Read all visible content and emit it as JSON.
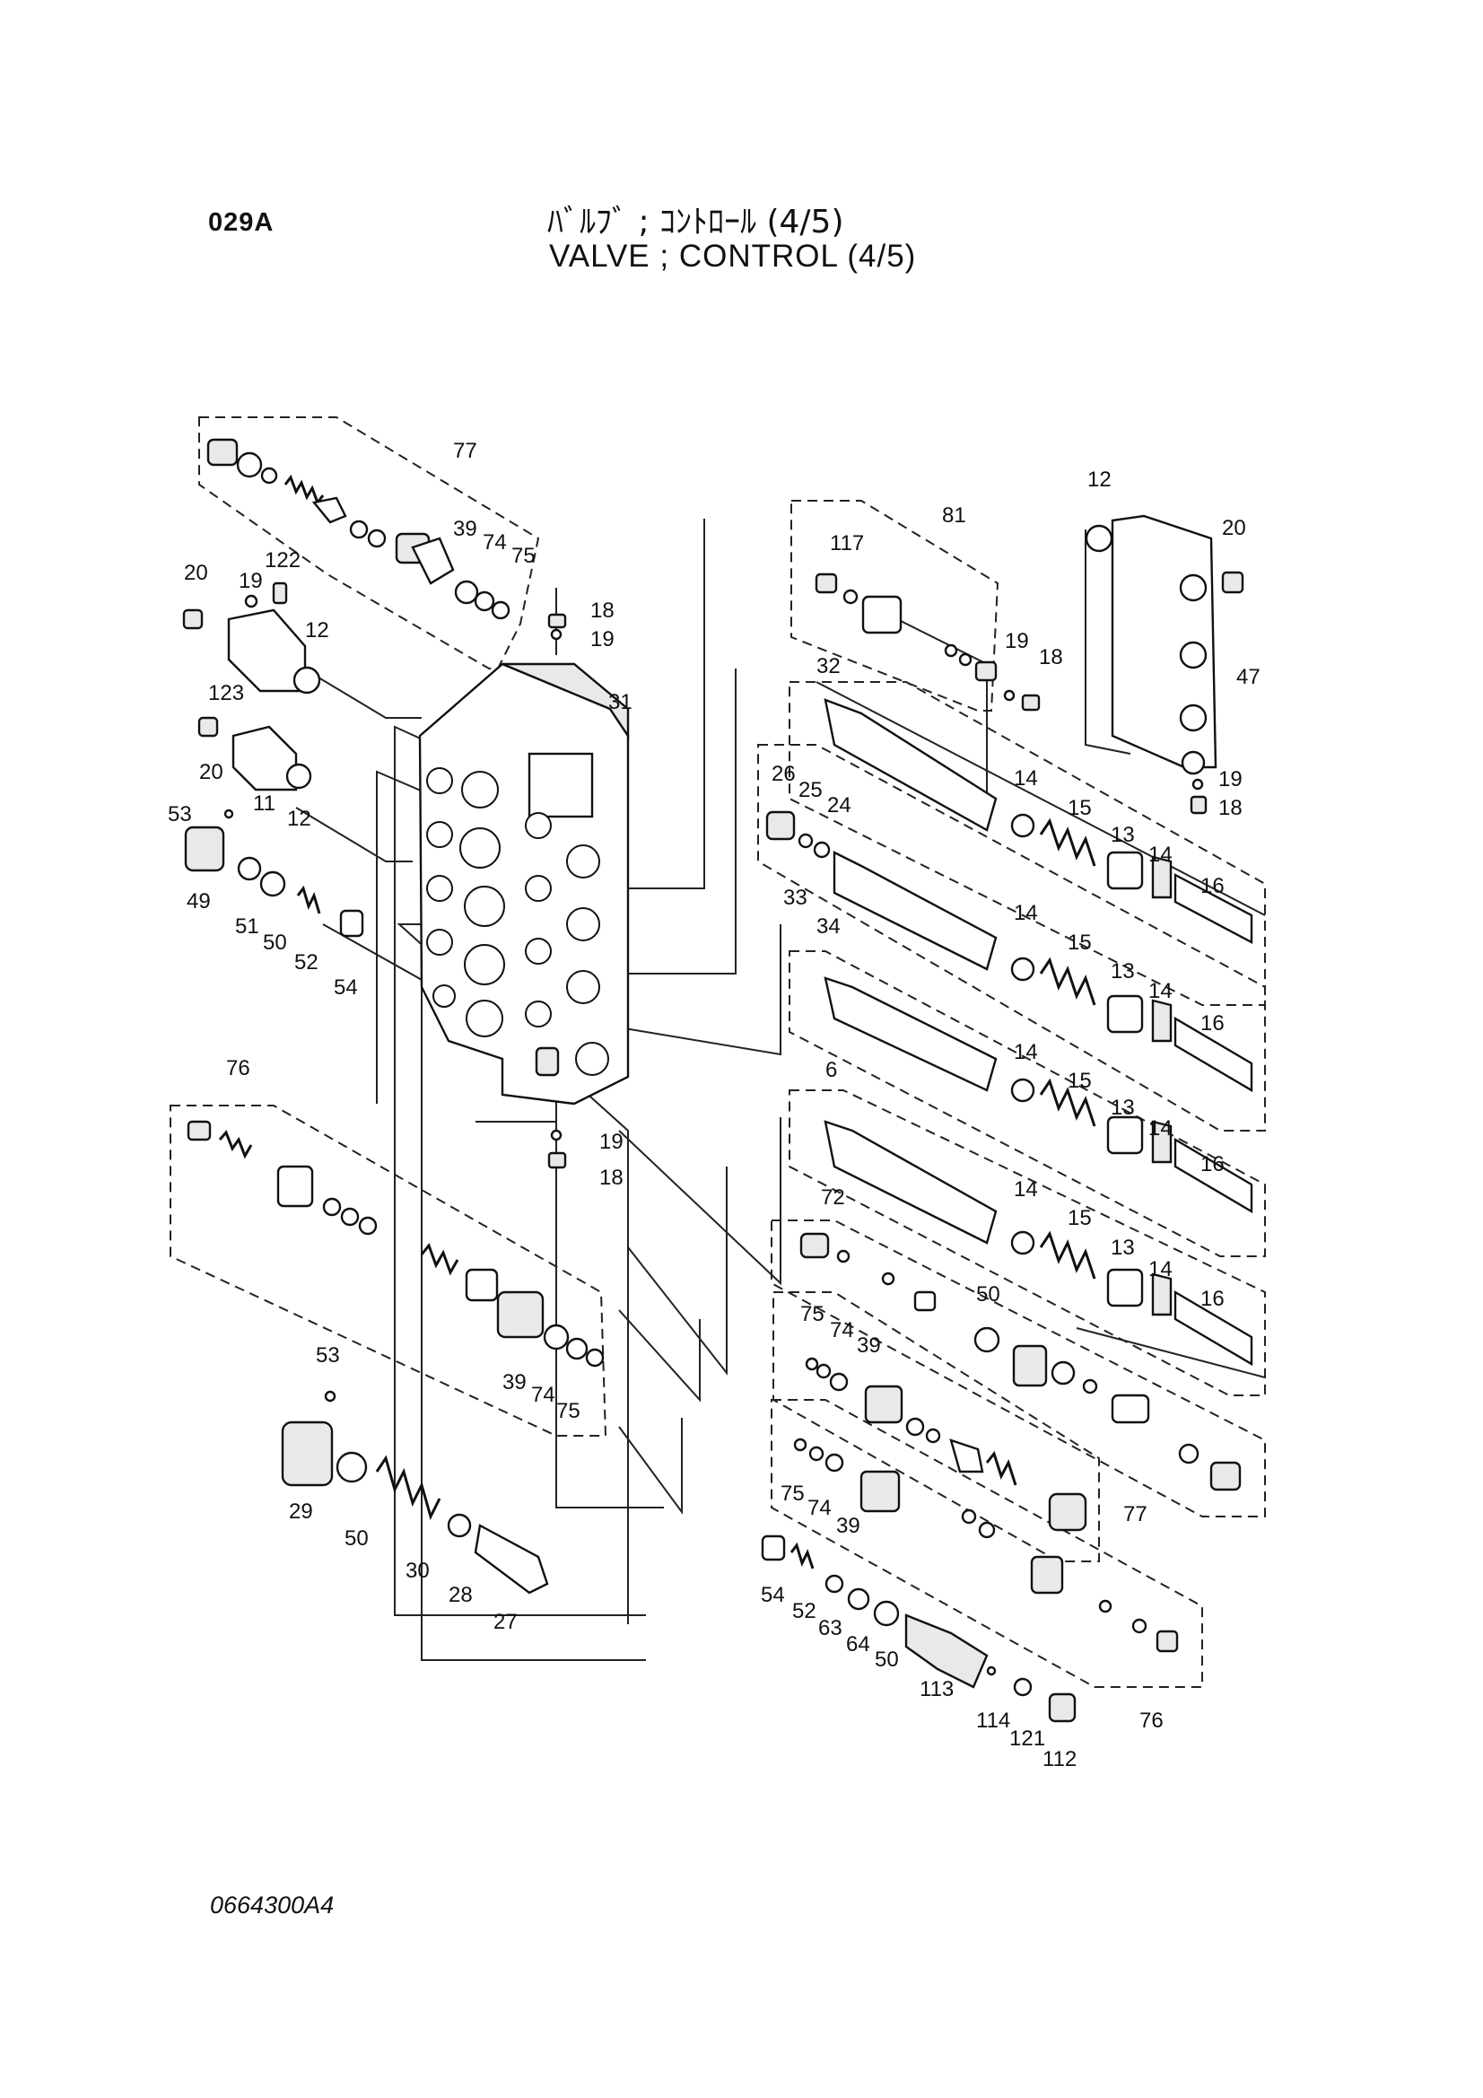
{
  "header": {
    "page_code": "029A",
    "title_jp": "ﾊﾞﾙﾌﾞ ; ｺﾝﾄﾛｰﾙ (4/5)",
    "title_en": "VALVE ; CONTROL (4/5)"
  },
  "footer": {
    "doc_code": "0664300A4"
  },
  "callouts": {
    "c77a": "77",
    "c39a": "39",
    "c74a": "74",
    "c75a": "75",
    "c20a": "20",
    "c19a": "19",
    "c122": "122",
    "c12a": "12",
    "c123": "123",
    "c18a": "18",
    "c19b": "19",
    "c31": "31",
    "c20b": "20",
    "c11": "11",
    "c12b": "12",
    "c53a": "53",
    "c49": "49",
    "c51": "51",
    "c50a": "50",
    "c52a": "52",
    "c54a": "54",
    "c81": "81",
    "c117": "117",
    "c19c": "19",
    "c18b": "18",
    "c12c": "12",
    "c20c": "20",
    "c47": "47",
    "c19d": "19",
    "c18c": "18",
    "c32": "32",
    "c26": "26",
    "c25": "25",
    "c24": "24",
    "c33": "33",
    "c14a": "14",
    "c15a": "15",
    "c13a": "13",
    "c14b": "14",
    "c16a": "16",
    "c34": "34",
    "c14c": "14",
    "c15b": "15",
    "c13b": "13",
    "c14d": "14",
    "c16b": "16",
    "c6": "6",
    "c14e": "14",
    "c15c": "15",
    "c13c": "13",
    "c14f": "14",
    "c16c": "16",
    "c72": "72",
    "c14g": "14",
    "c15d": "15",
    "c13d": "13",
    "c14h": "14",
    "c16d": "16",
    "c19e": "19",
    "c18d": "18",
    "c76a": "76",
    "c39b": "39",
    "c74b": "74",
    "c75b": "75",
    "c53b": "53",
    "c29": "29",
    "c50b": "50",
    "c30": "30",
    "c28": "28",
    "c27": "27",
    "c50c": "50",
    "c75c": "75",
    "c74c": "74",
    "c39c": "39",
    "c75d": "75",
    "c74d": "74",
    "c39d": "39",
    "c77b": "77",
    "c54b": "54",
    "c52b": "52",
    "c63": "63",
    "c64": "64",
    "c50d": "50",
    "c113": "113",
    "c114": "114",
    "c121": "121",
    "c112": "112",
    "c76b": "76"
  }
}
